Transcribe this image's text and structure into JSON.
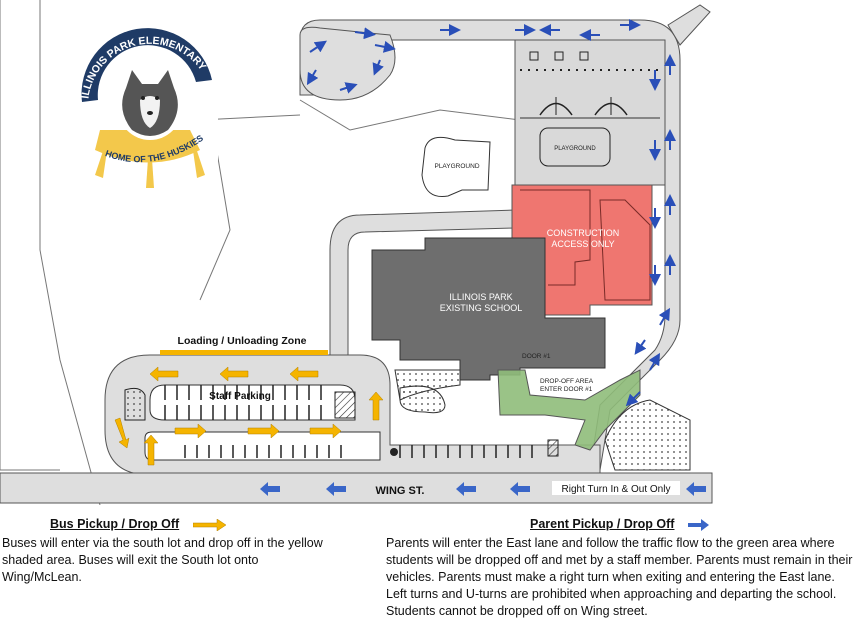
{
  "logo": {
    "top_text": "ILLINOIS PARK ELEMENTARY",
    "bottom_text": "HOME OF THE HUSKIES"
  },
  "map": {
    "playground_north": "PLAYGROUND",
    "playground_court": "PLAYGROUND",
    "construction_line1": "CONSTRUCTION",
    "construction_line2": "ACCESS ONLY",
    "school_line1": "ILLINOIS PARK",
    "school_line2": "EXISTING SCHOOL",
    "door": "DOOR #1",
    "dropoff_line1": "DROP-OFF AREA",
    "dropoff_line2": "ENTER DOOR #1",
    "loading_zone": "Loading / Unloading Zone",
    "staff_parking": "Staff Parking",
    "street": "WING ST.",
    "right_turn": "Right Turn In & Out Only"
  },
  "legend": {
    "bus": {
      "title": "Bus Pickup / Drop Off",
      "arrow_color": "#f5b400",
      "text": "Buses will enter via the south lot and drop off in the yellow shaded area. Buses will exit the South lot onto Wing/McLean."
    },
    "parent": {
      "title": "Parent Pickup / Drop Off",
      "arrow_color": "#3a66c8",
      "text": "Parents will enter the East lane and follow the traffic flow to the green area where students will be dropped off and met by a staff member. Parents must remain in their vehicles. Parents must make a right turn when exiting and entering the East lane. Left turns and U-turns are prohibited when approaching and departing the school. Students cannot be dropped off on Wing street."
    }
  }
}
